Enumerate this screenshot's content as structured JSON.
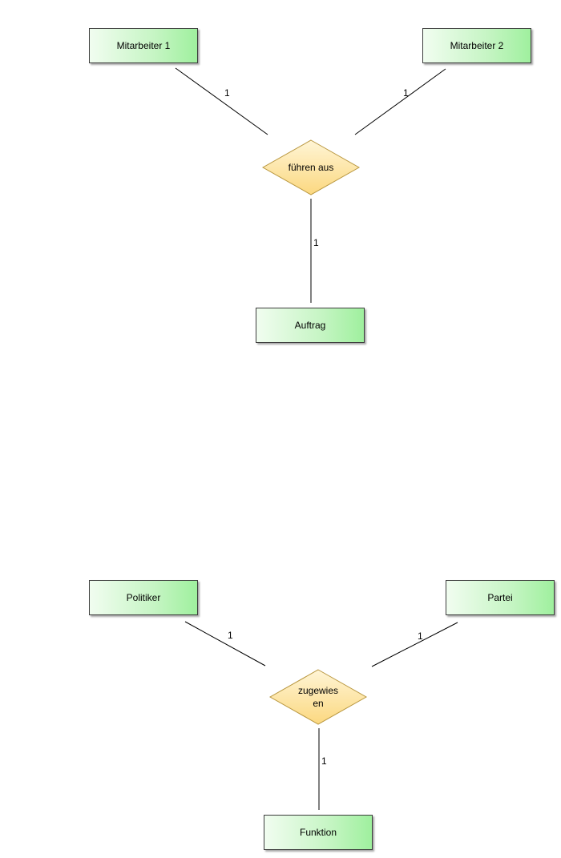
{
  "diagram_1": {
    "entities": {
      "top_left": "Mitarbeiter 1",
      "top_right": "Mitarbeiter 2",
      "bottom": "Auftrag"
    },
    "relationship": "führen aus",
    "cardinalities": {
      "top_left": "1",
      "top_right": "1",
      "bottom": "1"
    }
  },
  "diagram_2": {
    "entities": {
      "top_left": "Politiker",
      "top_right": "Partei",
      "bottom": "Funktion"
    },
    "relationship_line1": "zugewies",
    "relationship_line2": "en",
    "cardinalities": {
      "top_left": "1",
      "top_right": "1",
      "bottom": "1"
    }
  },
  "colors": {
    "entity_fill": "#c6f5c4",
    "relationship_fill": "#fde49a",
    "relationship_stroke": "#c9a34a",
    "line": "#000000"
  }
}
